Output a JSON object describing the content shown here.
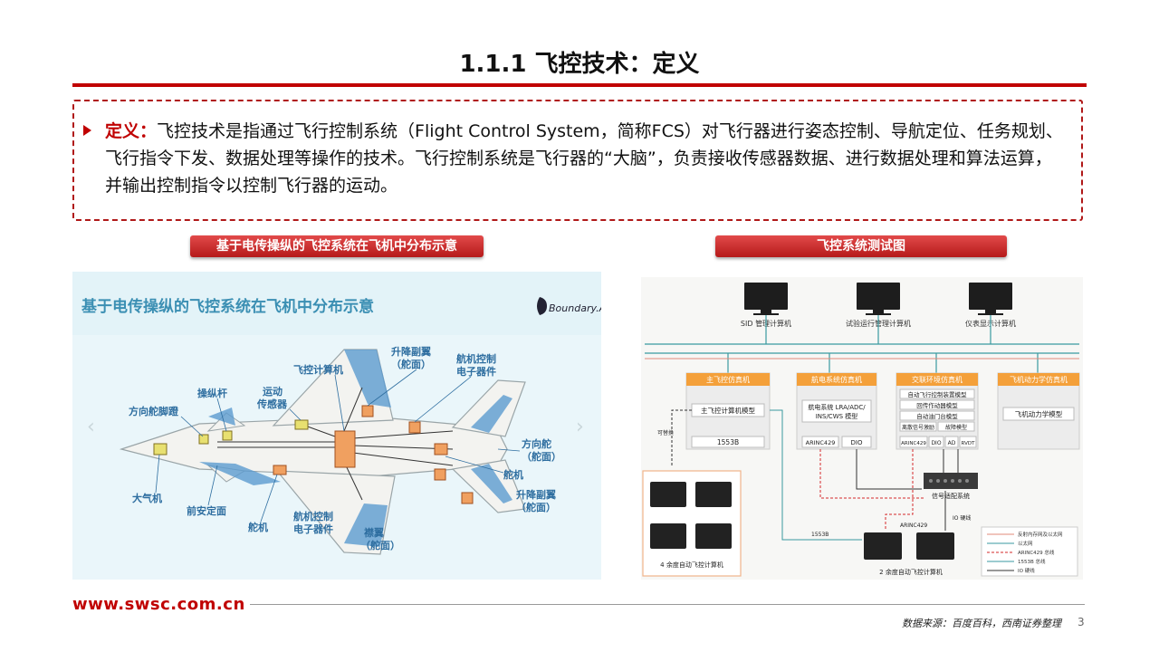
{
  "slide": {
    "title": "1.1.1 飞控技术：定义",
    "definition": {
      "label": "定义：",
      "text": "飞控技术是指通过飞行控制系统（Flight  Control  System，简称FCS）对飞行器进行姿态控制、导航定位、任务规划、飞行指令下发、数据处理等操作的技术。飞行控制系统是飞行器的“大脑”，负责接收传感器数据、进行数据处理和算法运算，并输出控制指令以控制飞行器的运动。"
    },
    "left_caption": "基于电传操纵的飞控系统在飞机中分布示意",
    "right_caption": "飞控系统测试图",
    "footer_url": "www.swsc.com.cn",
    "footer_source": "数据来源：百度百科，西南证券整理",
    "page_number": "3"
  },
  "left_figure": {
    "heading": "基于电传操纵的飞控系统在飞机中分布示意",
    "logo": "Boundary.AI",
    "labels": {
      "rudder_pedal": "方向舵脚蹬",
      "stick": "操纵杆",
      "motion_sensor_1": "运动",
      "motion_sensor_2": "传感器",
      "fc_computer": "飞控计算机",
      "elevator_top_1": "升降副翼",
      "elevator_top_2": "（舵面）",
      "avionics_top_1": "航机控制",
      "avionics_top_2": "电子器件",
      "rudder_1": "方向舵",
      "rudder_2": "（舵面）",
      "air_data": "大气机",
      "canard": "前安定面",
      "aileron": "舵机",
      "avionics_bottom_1": "航机控制",
      "avionics_bottom_2": "电子器件",
      "flap_1": "襟翼",
      "flap_2": "（舵面）",
      "servo_right": "舵机",
      "elevator_bottom_1": "升降副翼",
      "elevator_bottom_2": "（舵面）"
    }
  },
  "right_figure": {
    "computers": [
      "SID 管理计算机",
      "试验运行管理计算机",
      "仪表显示计算机"
    ],
    "modules": {
      "main_fc": {
        "title": "主飞控仿真机",
        "model": "主飞控计算机模型",
        "bus": "1553B"
      },
      "avionics": {
        "title": "航电系统仿真机",
        "line1": "航电系统 LRA/ADC/",
        "line2": "INS/CWS 模型",
        "port1": "ARINC429",
        "port2": "DIO"
      },
      "environment": {
        "title": "交联环境仿真机",
        "items": [
          "自动飞行控制装置模型",
          "回传作动器模型",
          "自动油门台模型"
        ],
        "item4a": "离散信号激励",
        "item4b": "故障模型",
        "ports": [
          "ARINC429",
          "DIO",
          "AD",
          "RVDT"
        ]
      },
      "dynamics": {
        "title": "飞机动力学仿真机",
        "model": "飞机动力学模型"
      }
    },
    "replaceable": "可替换",
    "signal_adapter": "信号适配系统",
    "io_bus": "IO 硬线",
    "arinc_label": "ARINC429",
    "bus_1553b": "1553B",
    "fc4_label": "4 余度自动飞控计算机",
    "fc2_label": "2 余度自动飞控计算机",
    "legend": [
      "反射内存网及以太网",
      "以太网",
      "ARINC429 总线",
      "1553B 总线",
      "IO 硬线"
    ]
  },
  "colors": {
    "accent": "#c00000",
    "module_header": "#f4a03a",
    "bus_teal": "#3a9aa0",
    "arinc_red": "#d42a2a"
  }
}
